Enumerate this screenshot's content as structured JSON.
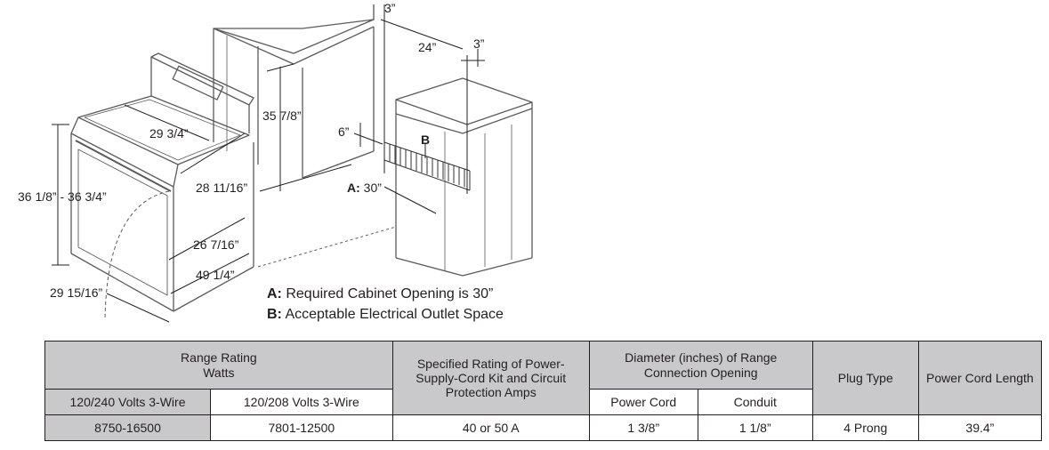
{
  "diagram": {
    "dims": {
      "top_clearance_cabinet": "3”",
      "cabinet_depth": "24”",
      "side_clearance": "3”",
      "cabinet_height": "35 7/8”",
      "outlet_height": "6”",
      "outlet_marker": "B",
      "opening_width_prefix": "A:",
      "opening_width": "30”",
      "cooktop_width": "29 3/4”",
      "range_depth_top": "28 11/16”",
      "range_height": "36 1/8” - 36 3/4”",
      "range_depth_body": "26 7/16”",
      "door_open_depth": "49 1/4”",
      "range_width": "29 15/16”"
    },
    "legend": [
      {
        "key": "A:",
        "text": "Required Cabinet Opening is 30”"
      },
      {
        "key": "B:",
        "text": "Acceptable Electrical Outlet Space"
      }
    ]
  },
  "table": {
    "range_rating_header": "Range Rating\nWatts",
    "specified_rating_header": "Specified Rating of Power-Supply-Cord Kit and Circuit Protection Amps",
    "diameter_header": "Diameter (inches) of Range Connection Opening",
    "plug_type_header": "Plug Type",
    "cord_length_header": "Power Cord Length",
    "sub_120_240": "120/240 Volts 3-Wire",
    "sub_120_208": "120/208 Volts 3-Wire",
    "sub_power_cord": "Power Cord",
    "sub_conduit": "Conduit",
    "row": {
      "watts_240": "8750-16500",
      "watts_208": "7801-12500",
      "amps": "40 or 50 A",
      "power_cord_dia": "1 3/8”",
      "conduit_dia": "1 1/8”",
      "plug_type": "4 Prong",
      "cord_length": "39.4”"
    }
  }
}
